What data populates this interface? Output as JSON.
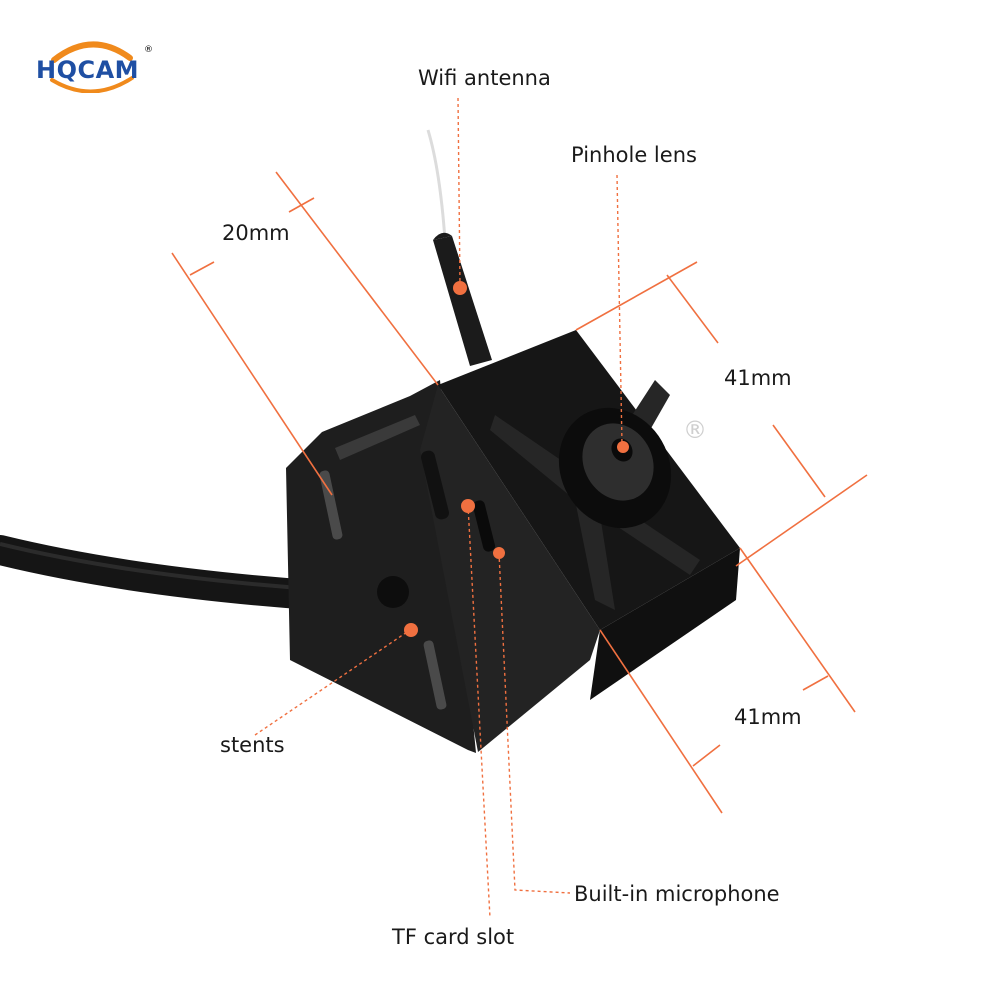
{
  "brand": {
    "name": "HQCAM",
    "registered_mark": "®",
    "primary_color": "#1f4fa3",
    "accent_color": "#f08a1c"
  },
  "watermark": {
    "mark": "®",
    "color": "#cfcfcf"
  },
  "accent_line_color": "#f07040",
  "labels": {
    "wifi_antenna": "Wifi antenna",
    "pinhole_lens": "Pinhole lens",
    "width_20": "20mm",
    "height_41": "41mm",
    "depth_41": "41mm",
    "stents": "stents",
    "builtin_microphone": "Built-in microphone",
    "tf_card_slot": "TF card slot"
  }
}
